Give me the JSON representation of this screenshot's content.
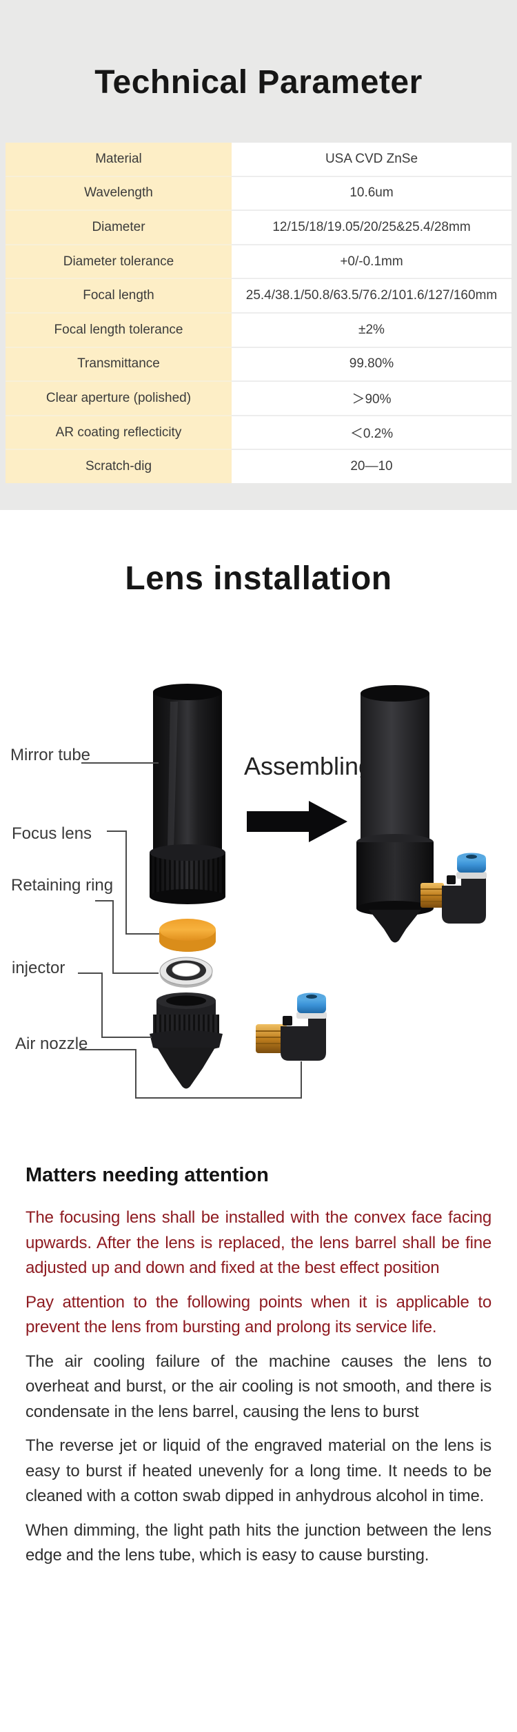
{
  "colors": {
    "top_section_bg": "#e9e9e8",
    "table_label_bg": "#fdeec6",
    "table_value_bg": "#ffffff",
    "warning_text_red": "#8e1b21",
    "body_text_dark": "#2f2f2f",
    "lens_orange": "#f2a52e",
    "fitting_blue": "#3c93d8",
    "fitting_brass": "#c07f1e"
  },
  "tech_section": {
    "title": "Technical Parameter",
    "table": {
      "rows": [
        {
          "label": "Material",
          "value": "USA CVD ZnSe"
        },
        {
          "label": "Wavelength",
          "value": "10.6um"
        },
        {
          "label": "Diameter",
          "value": "12/15/18/19.05/20/25&25.4/28mm"
        },
        {
          "label": "Diameter tolerance",
          "value": "+0/-0.1mm"
        },
        {
          "label": "Focal length",
          "value": "25.4/38.1/50.8/63.5/76.2/101.6/127/160mm"
        },
        {
          "label": "Focal length tolerance",
          "value": "±2%"
        },
        {
          "label": "Transmittance",
          "value": "99.80%"
        },
        {
          "label": "Clear aperture (polished)",
          "value": "＞90%"
        },
        {
          "label": "AR coating reflecticity",
          "value": "＜0.2%"
        },
        {
          "label": "Scratch-dig",
          "value": "20—10"
        }
      ]
    }
  },
  "install_section": {
    "title": "Lens installation",
    "assembling_label": "Assembling",
    "part_labels": {
      "mirror_tube": "Mirror tube",
      "focus_lens": "Focus lens",
      "retaining_ring": "Retaining ring",
      "injector": "injector",
      "air_nozzle": "Air nozzle"
    }
  },
  "attention_section": {
    "title": "Matters needing attention",
    "paragraphs": [
      {
        "tone": "red",
        "text": "The focusing lens shall be installed with the convex face facing upwards. After the lens is replaced, the lens barrel shall be fine adjusted up and down and fixed at the best effect position"
      },
      {
        "tone": "red",
        "text": "Pay attention to the following points when it is applicable to prevent the lens from bursting and prolong its service life."
      },
      {
        "tone": "dark",
        "text": "The air cooling failure of the machine causes the lens to overheat and burst, or the air cooling is not smooth, and there is condensate in the lens barrel, causing the lens to burst"
      },
      {
        "tone": "dark",
        "text": "The reverse jet or liquid of the engraved material on the lens is easy to burst if heated unevenly for a long time. It needs to be cleaned with a cotton swab dipped in anhydrous alcohol in time."
      },
      {
        "tone": "dark",
        "text": "When dimming, the light path hits the junction between the lens edge and the lens tube, which is easy to cause bursting."
      }
    ]
  }
}
